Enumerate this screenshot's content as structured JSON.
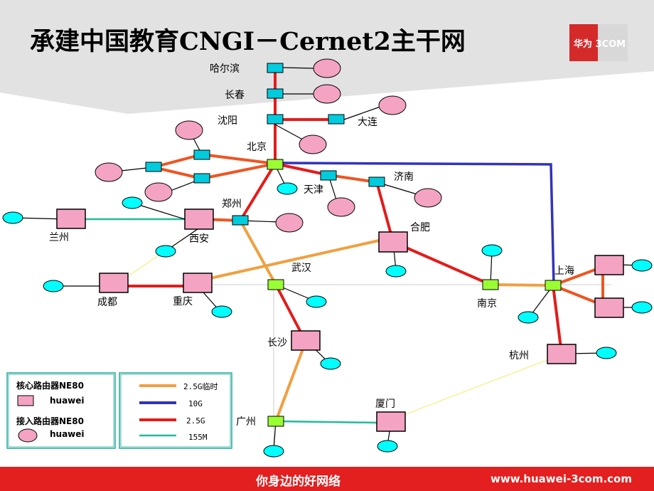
{
  "title": "承建中国教育CNGI－Cernet2主干网",
  "logo": {
    "text": "华为 3COM"
  },
  "footer": {
    "slogan": "你身边的好网络",
    "website": "www.huawei-3com.com"
  },
  "colors": {
    "orange": "#f0a040",
    "blue": "#3333bb",
    "red": "#e41b1b",
    "teal": "#22bb99",
    "edge_orange_red": "#ee5522",
    "yellow": "#f5f07a",
    "gray": "#cccccc",
    "core_router": "#f4a3c3",
    "access_router": "#f4a3c3",
    "small_node": "#00ffff",
    "core_node": "#99ff33",
    "footer": "#e31f1f"
  },
  "nodes": {
    "harbin": "哈尔滨",
    "changchun": "长春",
    "shenyang": "沈阳",
    "dalian": "大连",
    "beijing": "北京",
    "tianjin": "天津",
    "jinan": "济南",
    "zhengzhou": "郑州",
    "lanzhou": "兰州",
    "xian": "西安",
    "hefei": "合肥",
    "wuhan": "武汉",
    "chengdu": "成都",
    "chongqing": "重庆",
    "nanjing": "南京",
    "shanghai": "上海",
    "changsha": "长沙",
    "hangzhou": "杭州",
    "xiamen": "厦门",
    "guangzhou": "广州"
  },
  "legend_routers": {
    "core_title": "核心路由器NE80",
    "core_label": "huawei",
    "access_title": "接入路由器NE80",
    "access_label": "huawei"
  },
  "legend_links": [
    {
      "label": "2.5G临时",
      "color": "#f0a040"
    },
    {
      "label": "10G",
      "color": "#3333bb"
    },
    {
      "label": "2.5G",
      "color": "#e41b1b"
    },
    {
      "label": "155M",
      "color": "#22bb99"
    }
  ]
}
